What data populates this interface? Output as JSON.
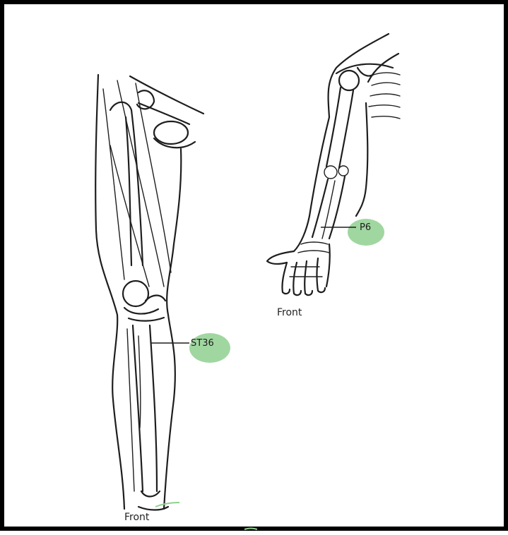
{
  "points": [
    {
      "id": "ST36",
      "label": "ST36"
    },
    {
      "id": "P6",
      "label": "P6"
    }
  ],
  "captions": {
    "leg": "Front",
    "arm": "Front"
  },
  "colors": {
    "highlight": "#8fd08f",
    "ink": "#1e1e1e",
    "border": "#000000"
  }
}
